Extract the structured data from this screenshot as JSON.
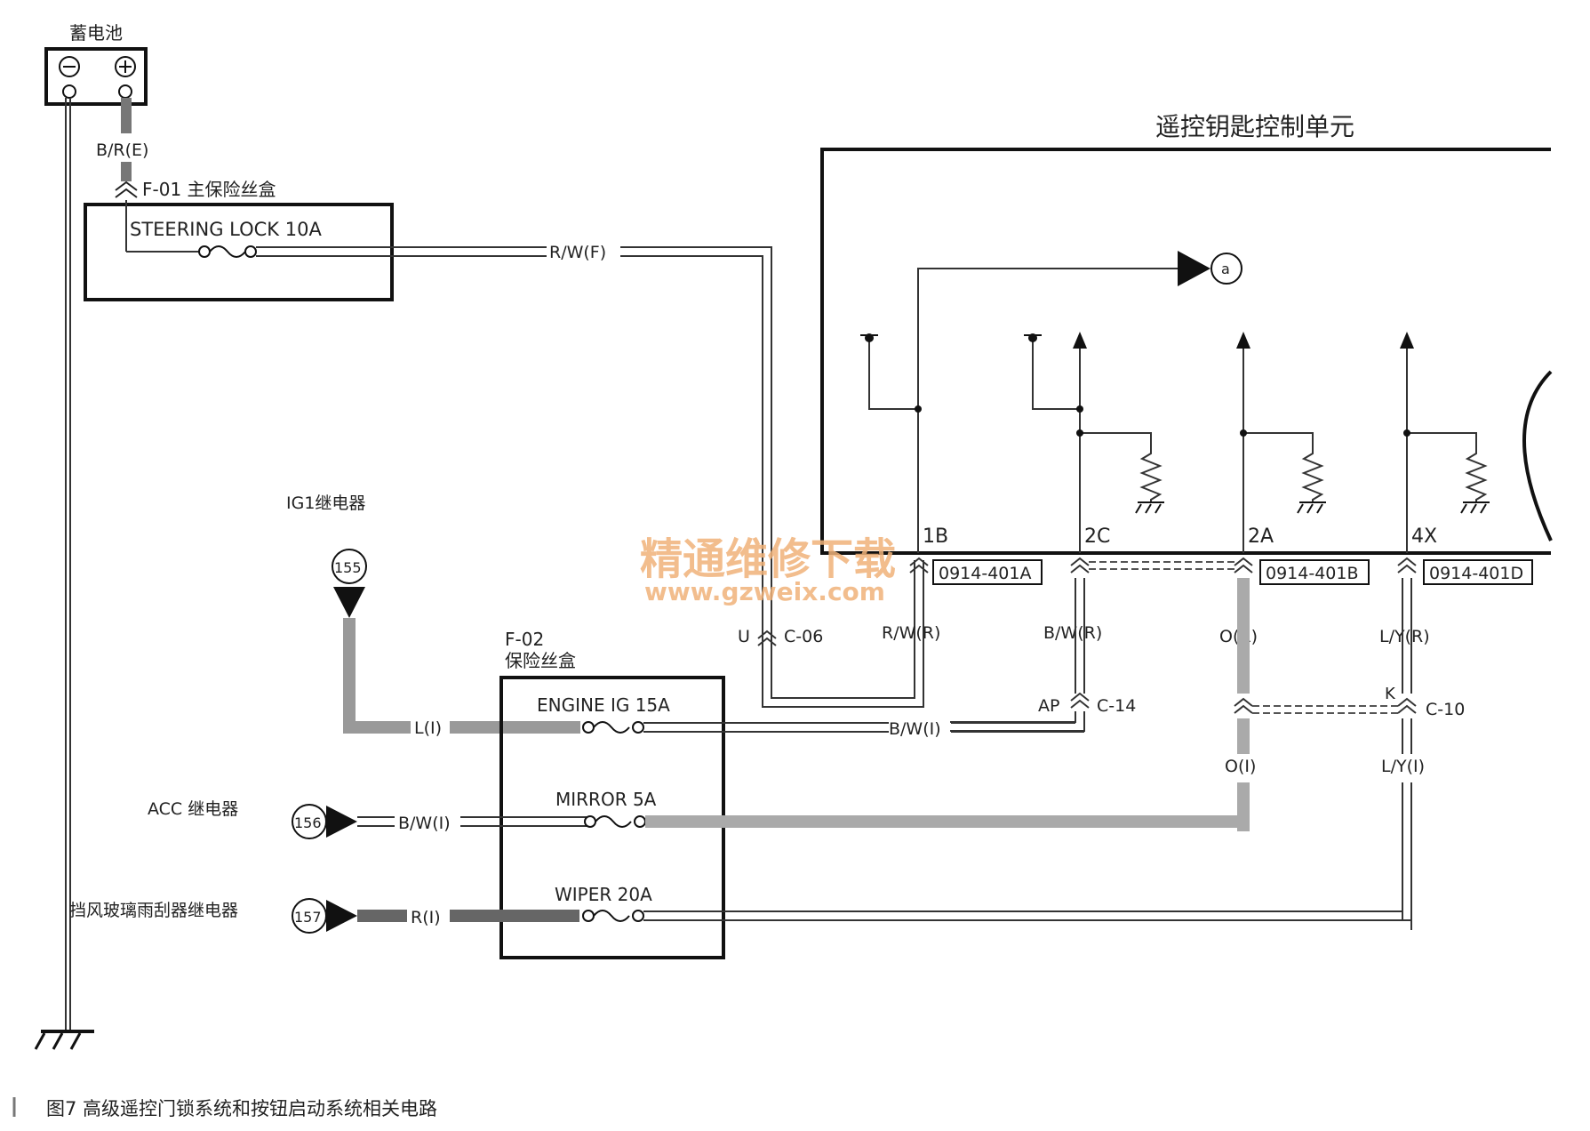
{
  "battery": {
    "title": "蓄电池",
    "minus": "⊖",
    "plus": "⊕",
    "wire": "B/R(E)"
  },
  "main_fuse": {
    "title": "F-01 主保险丝盒",
    "fuse": "STEERING LOCK 10A",
    "wire_out": "R/W(F)"
  },
  "control_unit": {
    "title": "遥控钥匙控制单元",
    "signal": "a",
    "pins": [
      "1B",
      "2C",
      "2A",
      "4X"
    ],
    "connectors": [
      "0914-401A",
      "0914-401B",
      "0914-401D"
    ],
    "wires": [
      "R/W(R)",
      "B/W(R)",
      "O(R)",
      "L/Y(R)"
    ]
  },
  "ig1_relay": {
    "title": "IG1继电器",
    "node": "155",
    "wire": "L(I)"
  },
  "fuse_box2": {
    "code": "F-02",
    "title": "保险丝盒",
    "fuses": [
      "ENGINE IG 15A",
      "MIRROR 5A",
      "WIPER 20A"
    ]
  },
  "acc_relay": {
    "title": "ACC 继电器",
    "node": "156",
    "wire": "B/W(I)"
  },
  "wiper_relay": {
    "title": "挡风玻璃雨刮器继电器",
    "node": "157",
    "wire": "R(I)"
  },
  "connector_labels": {
    "c06_pin": "U",
    "c06": "C-06",
    "c14_pin": "AP",
    "c14": "C-14",
    "c10_pin": "K",
    "c10": "C-10",
    "engine_out": "B/W(I)",
    "o_i": "O(I)",
    "ly_i": "L/Y(I)"
  },
  "watermark": {
    "line1": "精通维修下载",
    "line2": "www.gzweix.com"
  },
  "caption": "图7   高级遥控门锁系统和按钮启动系统相关电路"
}
